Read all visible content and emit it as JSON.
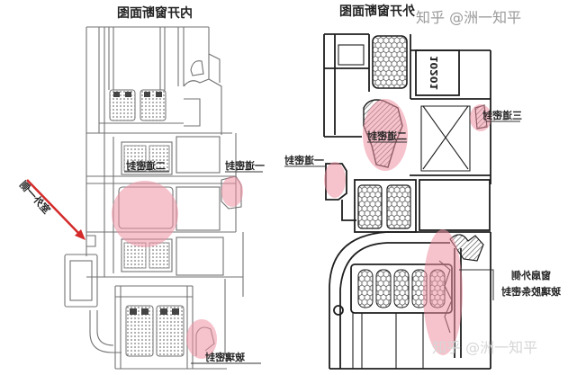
{
  "diagram": {
    "left_title": "内开窗断面图",
    "right_title": "外开窗断面图",
    "watermark": "知乎 @洲一知平",
    "profile_code": "10201",
    "left": {
      "seal_1_label": "一道密封",
      "seal_2_label": "二道密封",
      "bottom_label": "玻璃密封",
      "arrow_label": "室外一侧"
    },
    "right": {
      "seal_1_label": "一道密封",
      "seal_2_label": "二道密封",
      "seal_3_label": "三道密封",
      "bottom_label_line1": "窗扇外侧",
      "bottom_label_line2": "玻璃胶条密封"
    },
    "colors": {
      "highlight": "#ee8fa3",
      "arrow": "#d42a2a",
      "left_drawing_line": "#727272",
      "right_drawing_line": "#1e1e1e"
    }
  }
}
